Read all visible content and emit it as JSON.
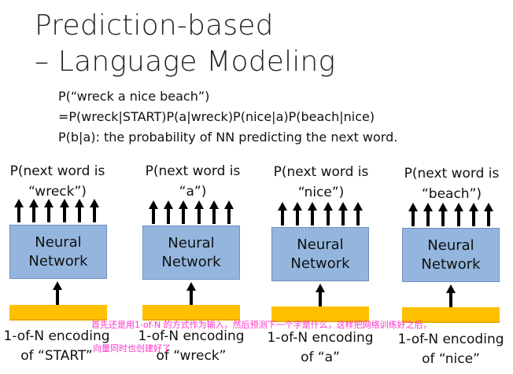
{
  "slide": {
    "title_line1": "Prediction-based",
    "title_line2": "– Language Modeling",
    "formula_line1": "P(“wreck a nice beach”)",
    "formula_line2": "=P(wreck|START)P(a|wreck)P(nice|a)P(beach|nice)",
    "formula_line3": "P(b|a): the probability of NN predicting the next word."
  },
  "columns": [
    {
      "top_line1": "P(next word is",
      "top_line2": "“wreck”)",
      "box_line1": "Neural",
      "box_line2": "Network",
      "bottom_line1": "1-of-N encoding",
      "bottom_line2": "of “START”"
    },
    {
      "top_line1": "P(next word is",
      "top_line2": "“a”)",
      "box_line1": "Neural",
      "box_line2": "Network",
      "bottom_line1": "1-of-N encoding",
      "bottom_line2": "of “wreck”"
    },
    {
      "top_line1": "P(next word is",
      "top_line2": "“nice”)",
      "box_line1": "Neural",
      "box_line2": "Network",
      "bottom_line1": "1-of-N encoding",
      "bottom_line2": "of “a”"
    },
    {
      "top_line1": "P(next word is",
      "top_line2": "“beach”)",
      "box_line1": "Neural",
      "box_line2": "Network",
      "bottom_line1": "1-of-N encoding",
      "bottom_line2": "of “nice”"
    }
  ],
  "overlay_note": {
    "line1": "首先还是用1-of-N 的方式作为输入，然后预测下一个字是什么，这样把网络训练好之后，",
    "line2": "向量同时也创建好了"
  },
  "colors": {
    "nn_box": "#94b6de",
    "input_bar": "#ffc000",
    "annotation": "#ff33cc"
  }
}
